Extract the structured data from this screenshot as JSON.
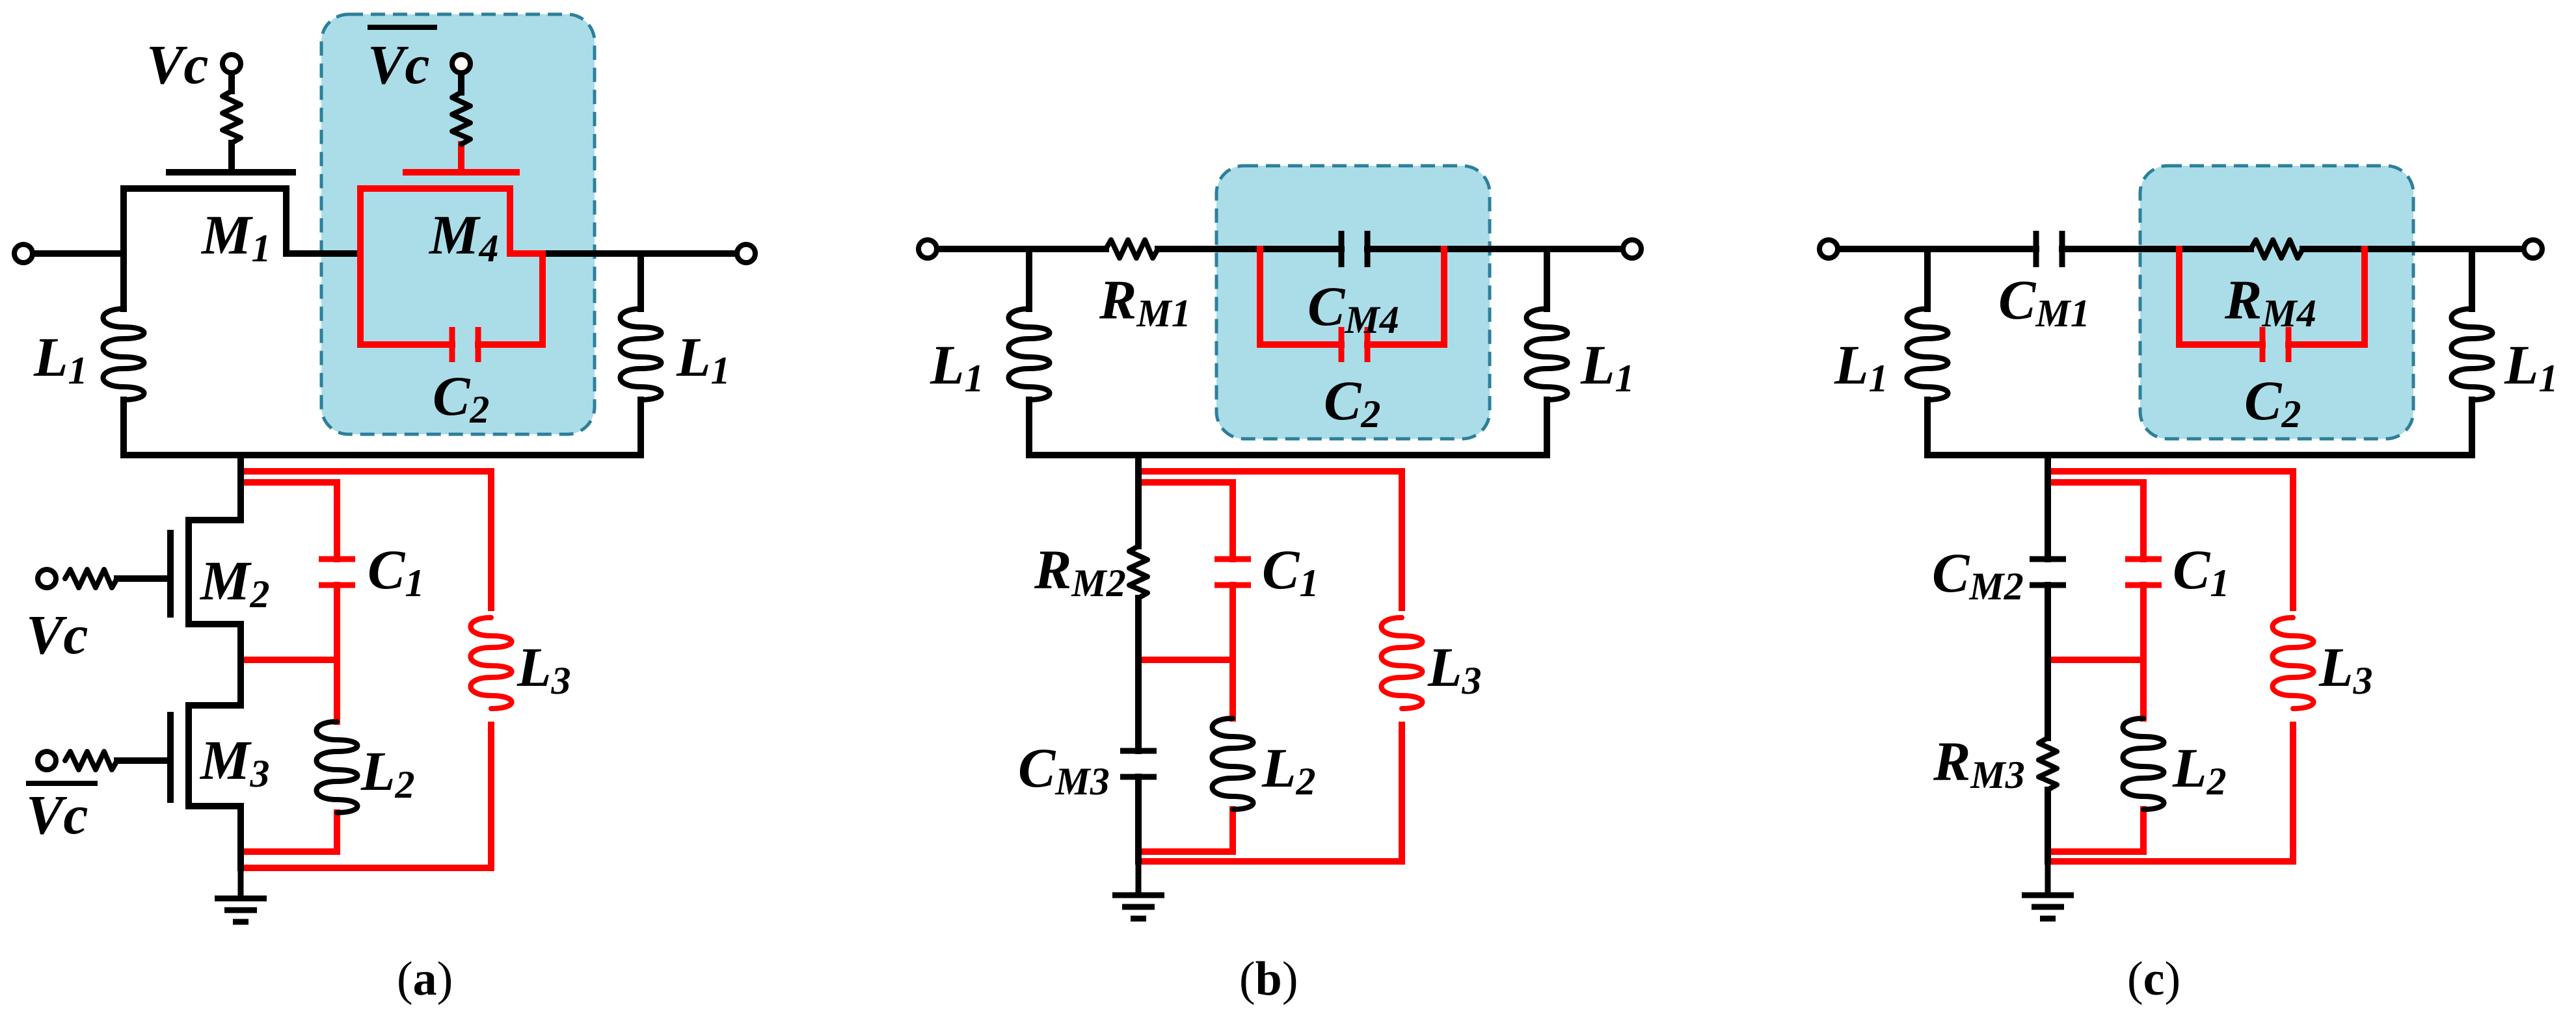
{
  "panels": [
    {
      "id": "a",
      "caption": {
        "open": "(",
        "letter": "a",
        "close": ")"
      },
      "labels": {
        "vc_top": {
          "main": "Vc",
          "sub": ""
        },
        "vc_bar_top": {
          "main": "Vc",
          "sub": ""
        },
        "m1": {
          "main": "M",
          "sub": "1"
        },
        "m4": {
          "main": "M",
          "sub": "4"
        },
        "l1_left": {
          "main": "L",
          "sub": "1"
        },
        "l1_right": {
          "main": "L",
          "sub": "1"
        },
        "c2": {
          "main": "C",
          "sub": "2"
        },
        "m2": {
          "main": "M",
          "sub": "2"
        },
        "m3": {
          "main": "M",
          "sub": "3"
        },
        "c1": {
          "main": "C",
          "sub": "1"
        },
        "l2": {
          "main": "L",
          "sub": "2"
        },
        "l3": {
          "main": "L",
          "sub": "3"
        },
        "vc_m2": {
          "main": "Vc",
          "sub": ""
        },
        "vc_bar_m3": {
          "main": "Vc",
          "sub": ""
        }
      }
    },
    {
      "id": "b",
      "caption": {
        "open": "(",
        "letter": "b",
        "close": ")"
      },
      "labels": {
        "rm1": {
          "main": "R",
          "sub": "M1"
        },
        "cm4": {
          "main": "C",
          "sub": "M4"
        },
        "l1_left": {
          "main": "L",
          "sub": "1"
        },
        "l1_right": {
          "main": "L",
          "sub": "1"
        },
        "c2": {
          "main": "C",
          "sub": "2"
        },
        "rm2": {
          "main": "R",
          "sub": "M2"
        },
        "c1": {
          "main": "C",
          "sub": "1"
        },
        "l3": {
          "main": "L",
          "sub": "3"
        },
        "cm3": {
          "main": "C",
          "sub": "M3"
        },
        "l2": {
          "main": "L",
          "sub": "2"
        }
      }
    },
    {
      "id": "c",
      "caption": {
        "open": "(",
        "letter": "c",
        "close": ")"
      },
      "labels": {
        "cm1": {
          "main": "C",
          "sub": "M1"
        },
        "rm4": {
          "main": "R",
          "sub": "M4"
        },
        "l1_left": {
          "main": "L",
          "sub": "1"
        },
        "l1_right": {
          "main": "L",
          "sub": "1"
        },
        "c2": {
          "main": "C",
          "sub": "2"
        },
        "cm2": {
          "main": "C",
          "sub": "M2"
        },
        "c1": {
          "main": "C",
          "sub": "1"
        },
        "l3": {
          "main": "L",
          "sub": "3"
        },
        "rm3": {
          "main": "R",
          "sub": "M3"
        },
        "l2": {
          "main": "L",
          "sub": "2"
        }
      }
    }
  ],
  "colors": {
    "wire": "#000000",
    "highlight_wire": "#ff0000",
    "box_fill": "#aadde8",
    "box_border": "#2d7f99"
  }
}
